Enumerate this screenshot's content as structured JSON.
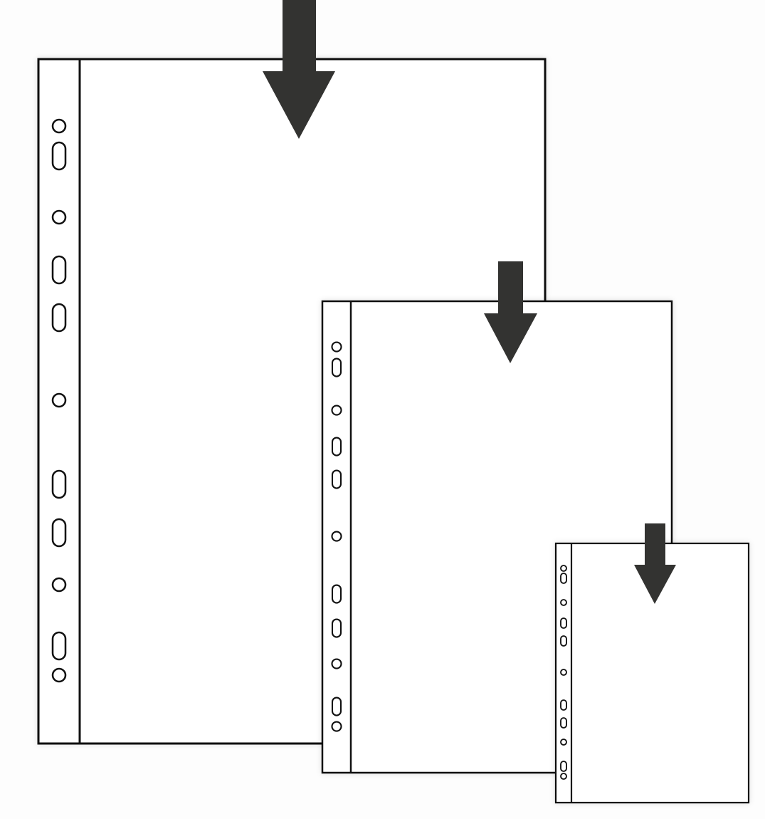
{
  "colors": {
    "background": "#fdfdfd",
    "sheet_fill": "#ffffff",
    "outline": "#111111",
    "arrow": "#333331"
  },
  "pockets": [
    {
      "size": "large",
      "hole_count": 11
    },
    {
      "size": "medium",
      "hole_count": 11
    },
    {
      "size": "small",
      "hole_count": 11
    }
  ]
}
